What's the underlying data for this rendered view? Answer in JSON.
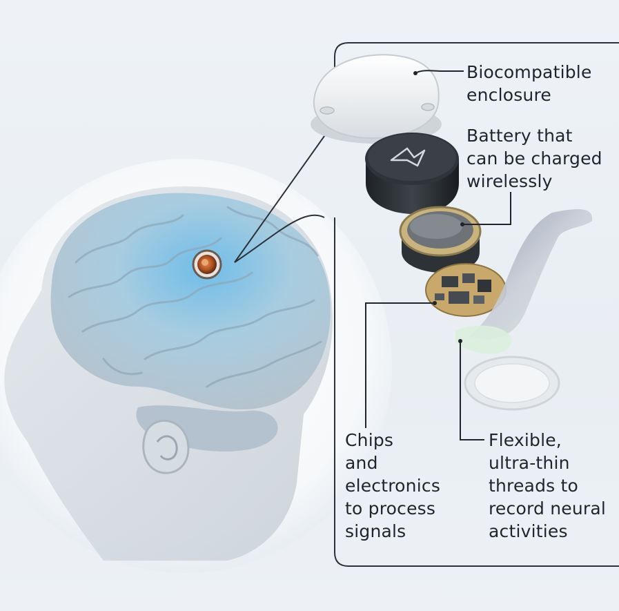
{
  "labels": {
    "enclosure": [
      "Biocompatible",
      "enclosure"
    ],
    "battery": [
      "Battery that",
      "can be charged",
      "wirelessly"
    ],
    "chips": [
      "Chips",
      "and",
      "electronics",
      "to process",
      "signals"
    ],
    "threads": [
      "Flexible,",
      "ultra-thin",
      "threads to",
      "record neural",
      "activities"
    ]
  },
  "colors": {
    "text": "#1f252b",
    "panel_border": "#2b3136",
    "brain_tint": "#7fc3ea",
    "implant_copper": "#c0652f"
  }
}
